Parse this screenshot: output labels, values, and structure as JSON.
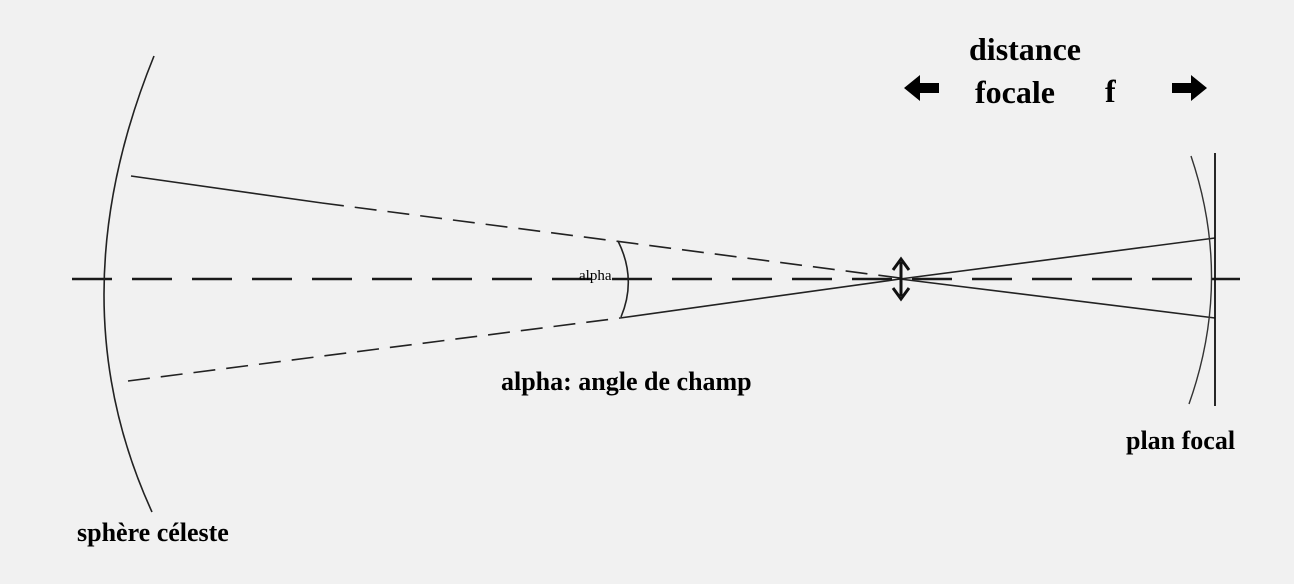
{
  "labels": {
    "distance": "distance",
    "focale": "focale",
    "f": "f",
    "alpha": "alpha",
    "alpha_caption": "alpha: angle de champ",
    "plan_focal": "plan focal",
    "sphere_celeste": "sphère céleste"
  },
  "colors": {
    "background": "#f1f1f1",
    "ink": "#1a1a1a"
  },
  "icons": {
    "left_arrow": "arrow-left-icon",
    "right_arrow": "arrow-right-icon",
    "lens": "double-arrow-lens-icon"
  }
}
